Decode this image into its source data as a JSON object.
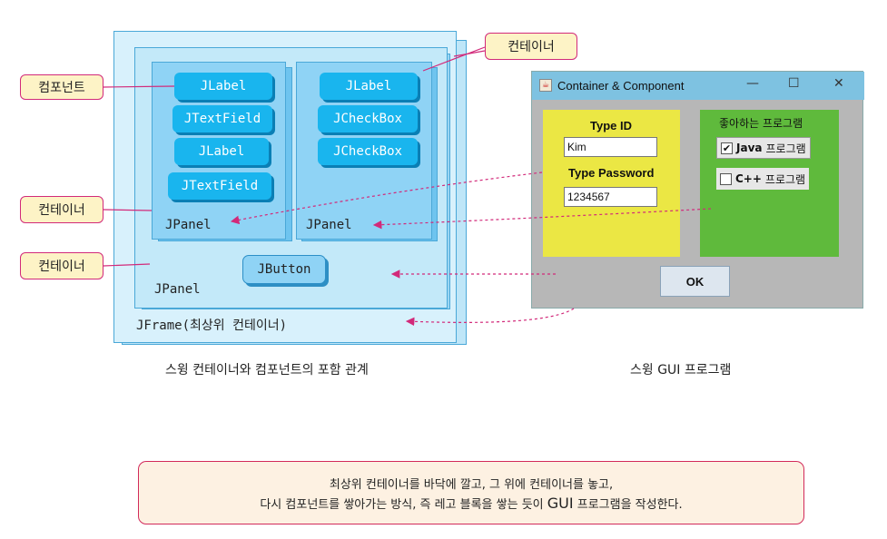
{
  "callouts": {
    "component": "컴포넌트",
    "container_top": "컨테이너",
    "container_mid": "컨테이너",
    "container_low": "컨테이너"
  },
  "diagram": {
    "left_panel_items": [
      "JLabel",
      "JTextField",
      "JLabel",
      "JTextField"
    ],
    "right_panel_items": [
      "JLabel",
      "JCheckBox",
      "JCheckBox"
    ],
    "left_panel_label": "JPanel",
    "right_panel_label": "JPanel",
    "outer_panel_label": "JPanel",
    "button_label": "JButton",
    "frame_label": "JFrame(최상위 컨테이너)",
    "caption": "스윙 컨테이너와 컴포넌트의 포함 관계"
  },
  "window": {
    "title": "Container & Component",
    "icon": "java-icon",
    "controls": {
      "minimize": "—",
      "maximize": "☐",
      "close": "✕"
    },
    "type_id_label": "Type ID",
    "type_id_value": "Kim",
    "type_password_label": "Type Password",
    "type_password_value": "1234567",
    "favorites_label": "좋아하는 프로그램",
    "checkbox_java_check": "✔",
    "checkbox_java_bold": "Java",
    "checkbox_java_rest": "프로그램",
    "checkbox_java_checked": true,
    "checkbox_cpp_bold": "C++",
    "checkbox_cpp_rest": "프로그램",
    "checkbox_cpp_checked": false,
    "ok_label": "OK",
    "caption": "스윙 GUI 프로그램",
    "colors": {
      "titlebar": "#7ec2e1",
      "left_panel": "#ebe744",
      "right_panel": "#5fba3c",
      "content": "#b7b7b7"
    }
  },
  "summary": {
    "line1": "최상위 컨테이너를 바닥에 깔고, 그 위에 컨테이너를 놓고,",
    "line2_a": "다시 컴포넌트를 쌓아가는 방식, 즉 레고 블록을 쌓는 듯이",
    "line2_b": "GUI",
    "line2_c": "프로그램을 작성한다."
  }
}
